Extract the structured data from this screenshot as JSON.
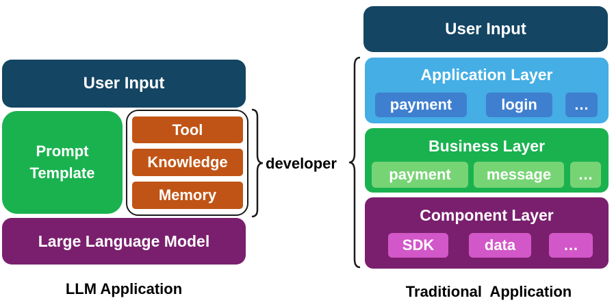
{
  "llm_app": {
    "user_input": "User Input",
    "prompt_template": "Prompt Template",
    "components": [
      "Tool",
      "Knowledge",
      "Memory"
    ],
    "model": "Large Language Model",
    "caption": "LLM Application"
  },
  "developer_label": "developer",
  "traditional_app": {
    "user_input": "User Input",
    "application_layer": {
      "title": "Application Layer",
      "items": [
        "payment",
        "login",
        "…"
      ]
    },
    "business_layer": {
      "title": "Business Layer",
      "items": [
        "payment",
        "message",
        "…"
      ]
    },
    "component_layer": {
      "title": "Component Layer",
      "items": [
        "SDK",
        "data",
        "…"
      ]
    },
    "caption": "Traditional  Application"
  },
  "colors": {
    "user_input": "#144563",
    "prompt_template": "#1ab24f",
    "llm_component": "#c05416",
    "model": "#7a1f6e",
    "application_layer": "#44aee5",
    "application_chip": "#3f7fd0",
    "business_layer": "#1ab24f",
    "business_chip": "#77d475",
    "component_layer": "#7a1f6e",
    "component_chip": "#d257c8"
  }
}
